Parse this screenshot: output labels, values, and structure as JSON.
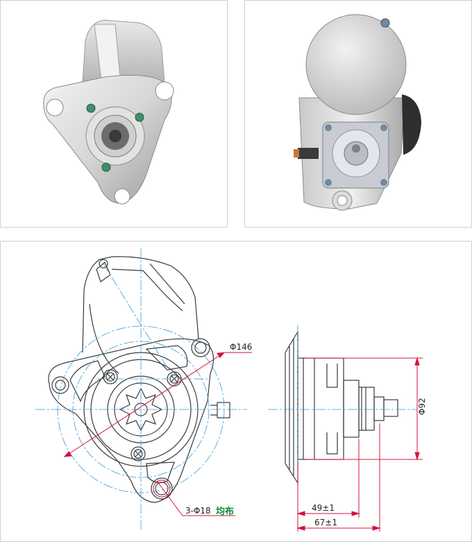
{
  "panels": [
    {
      "id": "photo-front",
      "kind": "photo",
      "subject": "starter-motor-front-view"
    },
    {
      "id": "photo-back",
      "kind": "photo",
      "subject": "starter-motor-rear-view"
    },
    {
      "id": "drawing",
      "kind": "technical-drawing"
    }
  ],
  "drawing": {
    "colors": {
      "outline": "#3a3a3a",
      "centerline": "#3a9ad9",
      "dimension": "#d4143c",
      "note": "#0a8a3a"
    },
    "dimensions": {
      "bolt_circle": "Φ146",
      "flange_diameter": "Φ92",
      "depth_short": "49±1",
      "depth_long": "67±1",
      "holes_prefix": "3-Φ18",
      "holes_note": "均布"
    }
  }
}
